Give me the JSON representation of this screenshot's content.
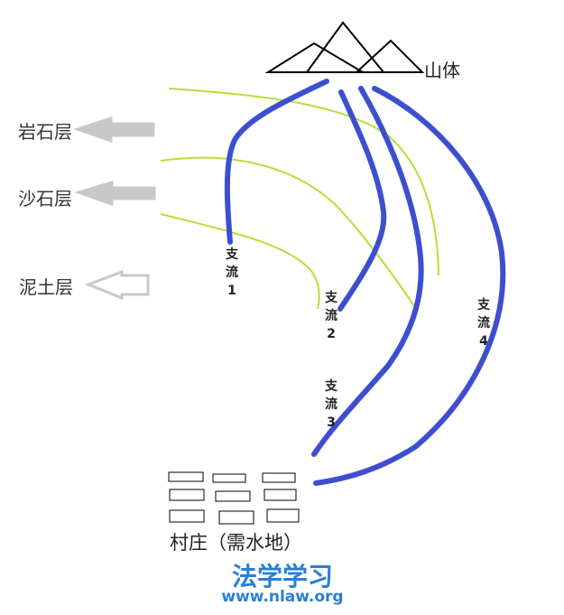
{
  "mountain": {
    "label": "山体"
  },
  "layers": [
    {
      "label": "岩石层"
    },
    {
      "label": "沙石层"
    },
    {
      "label": "泥土层"
    }
  ],
  "branches": [
    {
      "chars": [
        "支",
        "流",
        "1"
      ]
    },
    {
      "chars": [
        "支",
        "流",
        "2"
      ]
    },
    {
      "chars": [
        "支",
        "流",
        "3"
      ]
    },
    {
      "chars": [
        "支",
        "流",
        "4"
      ]
    }
  ],
  "village": {
    "label": "村庄（需水地）"
  },
  "watermark": {
    "title": "法学学习",
    "url": "www.nlaw.org"
  },
  "colors": {
    "river": "#3d4fcf",
    "strata": "#b5e03a",
    "arrow": "#c8c8c8",
    "brand": "#2a7fd6"
  }
}
